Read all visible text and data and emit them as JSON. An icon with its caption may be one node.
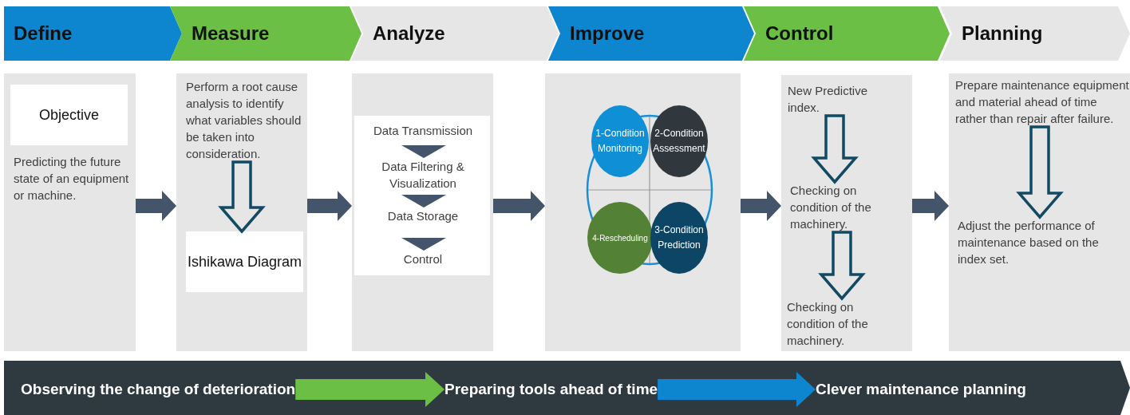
{
  "diagram": {
    "nodes": [
      {
        "text": [
          "Define"
        ]
      },
      {
        "text": [
          "Measure"
        ]
      },
      {
        "text": [
          "Analyze"
        ]
      },
      {
        "text": [
          "Improve"
        ]
      },
      {
        "text": [
          "Control"
        ]
      },
      {
        "text": [
          "Planning"
        ]
      },
      {
        "text": [],
        "shape": "box"
      },
      {
        "text": [
          "Objective"
        ],
        "in": 6
      },
      {
        "text": [
          "Predicting the future state of an equipment or machine."
        ],
        "in": 6
      },
      {
        "text": [],
        "shape": "box"
      },
      {
        "text": [
          "Perform a root cause analysis to identify what variables should be taken into consideration."
        ],
        "in": 9
      },
      {
        "text": [
          "Ishikawa Diagram"
        ],
        "in": 9
      },
      {
        "text": [],
        "shape": "box"
      },
      {
        "text": [],
        "shape": "box",
        "in": 12
      },
      {
        "text": [
          "Data Transmission"
        ],
        "in": 13
      },
      {
        "text": [
          "Data Filtering & Visualization"
        ],
        "in": 13
      },
      {
        "text": [
          "Data Storage"
        ],
        "in": 13
      },
      {
        "text": [
          "Control"
        ],
        "in": 13
      },
      {
        "text": [],
        "shape": "box"
      },
      {
        "text": [
          "1-Condition Monitoring"
        ],
        "in": 18
      },
      {
        "text": [
          "2-Condition Assessment"
        ],
        "in": 18
      },
      {
        "text": [
          "4-Rescheduling"
        ],
        "in": 18
      },
      {
        "text": [
          "3-Condition Prediction"
        ],
        "in": 18
      },
      {
        "text": [],
        "shape": "box"
      },
      {
        "text": [
          "New Predictive index."
        ],
        "in": 23
      },
      {
        "text": [
          "Checking on condition of the machinery."
        ],
        "in": 23
      },
      {
        "text": [
          "Checking on condition of the machinery."
        ],
        "in": 23
      },
      {
        "text": [],
        "shape": "box"
      },
      {
        "text": [
          "Prepare maintenance equipment and material ahead of time rather than repair after failure."
        ],
        "in": 27
      },
      {
        "text": [
          "Adjust the performance of maintenance based on the index set."
        ],
        "in": 27
      },
      {
        "text": [],
        "shape": "bar"
      },
      {
        "text": [
          "Observing the change of deterioration"
        ],
        "in": 30
      },
      {
        "text": [
          "Preparing tools ahead of time"
        ],
        "in": 30
      },
      {
        "text": [
          "Clever maintenance planning"
        ],
        "in": 30
      }
    ],
    "edges": [
      {
        "from": 6,
        "to": 9,
        "arrow": "to",
        "style": "thick"
      },
      {
        "from": 10,
        "to": 11,
        "arrow": "to",
        "color": "#124a63"
      },
      {
        "from": 9,
        "to": 12,
        "arrow": "to",
        "style": "thick"
      },
      {
        "from": 14,
        "to": 15,
        "arrow": "to",
        "style": "thick"
      },
      {
        "from": 15,
        "to": 16,
        "arrow": "to",
        "style": "thick"
      },
      {
        "from": 16,
        "to": 17,
        "arrow": "to",
        "style": "thick"
      },
      {
        "from": 12,
        "to": 18,
        "arrow": "to",
        "style": "thick"
      },
      {
        "from": 18,
        "to": 23,
        "arrow": "to",
        "style": "thick"
      },
      {
        "from": 24,
        "to": 25,
        "arrow": "to",
        "color": "#124a63"
      },
      {
        "from": 25,
        "to": 26,
        "arrow": "to",
        "color": "#124a63"
      },
      {
        "from": 23,
        "to": 27,
        "arrow": "to",
        "style": "thick"
      },
      {
        "from": 28,
        "to": 29,
        "arrow": "to",
        "color": "#124a63"
      },
      {
        "from": 31,
        "to": 32,
        "arrow": "to",
        "style": "thick",
        "color": "#6cbf45"
      },
      {
        "from": 32,
        "to": 33,
        "arrow": "to",
        "style": "thick",
        "color": "#0e86cf"
      }
    ]
  }
}
